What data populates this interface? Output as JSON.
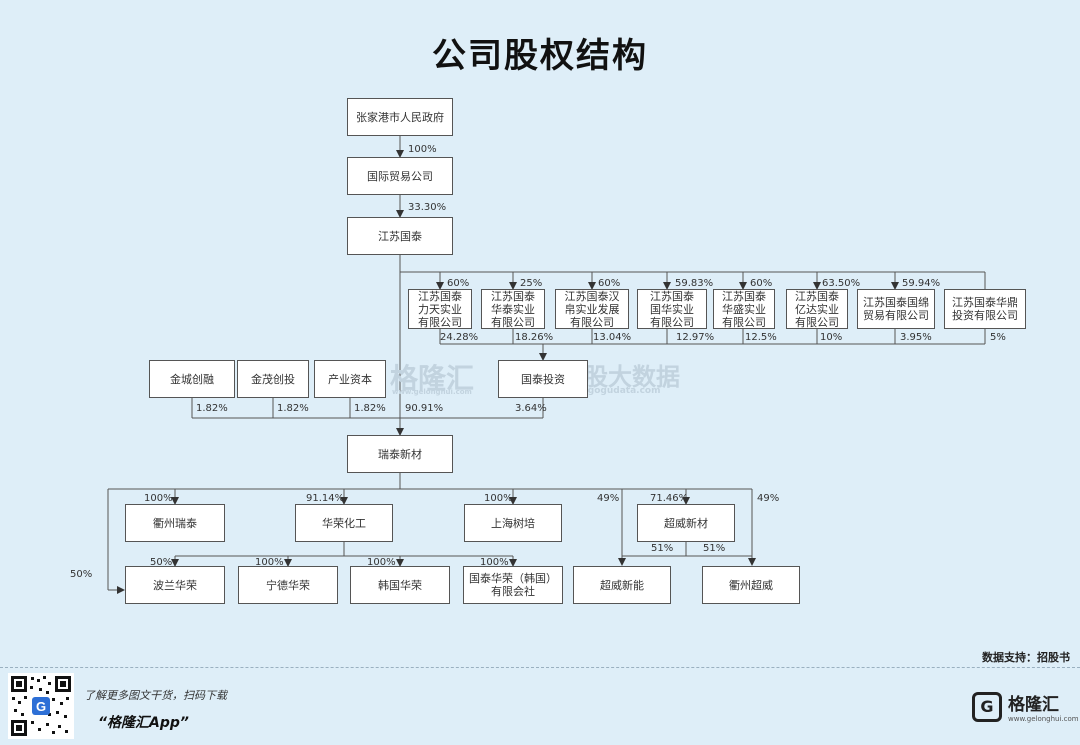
{
  "title": "公司股权结构",
  "source": "数据支持：招股书",
  "watermark": {
    "brand": "格隆汇",
    "brand_url": "www.gelonghui.com",
    "brand2": "勾股大数据",
    "brand2_url": "www.gogudata.com"
  },
  "footer": {
    "line1": "了解更多图文干货，扫码下载",
    "app": "“格隆汇App”",
    "logo": "格隆汇",
    "logo_url": "www.gelonghui.com"
  },
  "nodes": {
    "zjg": "张家港市人民政府",
    "gjmy": "国际贸易公司",
    "jsgt": "江苏国泰",
    "ltsy": "江苏国泰\n力天实业\n有限公司",
    "htsy": "江苏国泰\n华泰实业\n有限公司",
    "yb": "江苏国泰汉\n帛实业发展\n有限公司",
    "ghsy": "江苏国泰\n国华实业\n有限公司",
    "hssy": "江苏国泰\n华盛实业\n有限公司",
    "yd": "江苏国泰\n亿达实业\n有限公司",
    "gm": "江苏国泰国绵\n贸易有限公司",
    "hd": "江苏国泰华鼎\n投资有限公司",
    "jcrr": "金城创融",
    "jmct": "金茂创投",
    "cyzb": "产业资本",
    "gttz": "国泰投资",
    "rtxc": "瑞泰新材",
    "qzrt": "衢州瑞泰",
    "hrhg": "华荣化工",
    "shsc": "上海树培",
    "cwxc": "超威新材",
    "blhr": "波兰华荣",
    "ndhr": "宁德华荣",
    "hghr": "韩国华荣",
    "gthr": "国泰华荣（韩国）\n有限会社",
    "cwxn": "超威新能",
    "qzcw": "衢州超威"
  },
  "pcts": {
    "p1": "100%",
    "p2": "33.30%",
    "s1": "60%",
    "s2": "25%",
    "s3": "60%",
    "s4": "59.83%",
    "s5": "60%",
    "s6": "63.50%",
    "s7": "59.94%",
    "g1": "24.28%",
    "g2": "18.26%",
    "g3": "13.04%",
    "g4": "12.97%",
    "g5": "12.5%",
    "g6": "10%",
    "g7": "3.95%",
    "g8": "5%",
    "i1": "1.82%",
    "i2": "1.82%",
    "i3": "1.82%",
    "i4": "90.91%",
    "i5": "3.64%",
    "r1": "100%",
    "r2": "91.14%",
    "r3": "100%",
    "r4": "49%",
    "r5": "71.46%",
    "r6": "49%",
    "h1": "50%",
    "h2": "100%",
    "h3": "100%",
    "h4": "100%",
    "c1": "51%",
    "c2": "51%",
    "left50": "50%"
  }
}
